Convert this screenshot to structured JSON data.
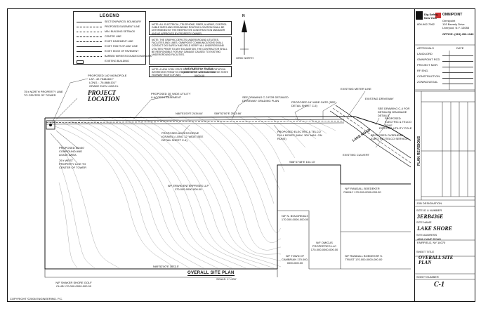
{
  "legend": {
    "title": "LEGEND",
    "items": [
      "SECTION/PARCEL BOUNDARY",
      "PROPOSED EASEMENT LINE",
      "MIN. BUILDING SETBACK",
      "CENTER LINE",
      "EXIST. EASEMENT LINE",
      "EXIST. RIGHT-OF-WAY LINE",
      "EXIST. EDGE OF PAVEMENT",
      "BARBED WIRE/STOCKADE/CHAIN LINK",
      "EXISTING BUILDING"
    ]
  },
  "notes": {
    "note1": "NOTE: ALL ELECTRICAL, TELEPHONE, FIBER, ALARMS, CONTROL CABLE SIZES AND GROUNDING ROUTING LOCATION SHALL BE DETERMINED BY THE RESPECTIVE CONSTRUCTION MANAGER AND AS APPROVED BY PROPERTY OWNER.",
    "note2": "NOTE: THE GRAPHIC DEPICTS UNDERGROUND UTILITIES, FACILITIES AND LINES. OMNIPOINT COMMUNICATIONS SHALL CONTACT DIG SAFELY AND FIELD VERIFY ALL UNDERGROUND UTILITIES PRIOR TO ANY EXCAVATION. THE CONTRACTOR SHALL BE RESPONSIBLE FOR ANY DAMAGE CAUSED TO EXISTING UNDERGROUND FACILITIES.",
    "note3": "NOTE: A NEW YORK STATE DEPARTMENT OF TRANSPORTATION INTERSTATE PERMIT IS REQUIRED FOR WORK WITHIN THE STATE HIGHWAY RIGHT-OF-WAY."
  },
  "callouts": {
    "monopole": "PROPOSED 140' MONOPOLE",
    "lat": "LAT.: 42.75484601°",
    "long": "LONG.: -76.8684101°",
    "grade": "GRADE ELEV.=632.6'±",
    "project_location": "PROJECT LOCATION",
    "easement": "PROPOSED 30' WIDE UTILITY & ACCESS EASEMENT",
    "access_drive": "PROPOSED ACCESS DRIVE (GRAVEL) LONG 12' WIDE (SEE DETAIL SHEET C-4)",
    "drawing_c3": "SEE DRAWING C-3 FOR DETAILED DRIVEWAY GRADING PLAN",
    "gate": "PROPOSED 16' WIDE GATE (SEE DETAIL SHEET C-5)",
    "existing_meter": "EXISTING METER LINE",
    "existing_drive": "EXISTING DRIVEWAY",
    "drawing_c4": "SEE DRAWING C-4 FOR DETAILED DRAINAGE DETAILS",
    "electric_pole": "PROPOSED ELECTRIC & TELCO POLE",
    "existing_pole": "EXISTING UTILITY POLE",
    "overhead": "PROPOSED OVERHEAD ELECTRIC/TELCO SERVICE",
    "elec_telco_runs": "PROPOSED ELECTRIC & TELCO PULL BOXES (MAX. 300' MAX. ON RUNS)",
    "north_line": "75'± NORTH PROPERTY LINE TO CENTER OF TOWER",
    "fenced_compound": "PROPOSED 50'x50' COMPOUND AND LEASE AREA",
    "west_line": "76'± WEST PROPERTY LINE TO CENTER OF TOWER",
    "culvert": "EXISTING CULVERT",
    "bearing_top": "N88°51'00\"E  2434.64'",
    "bearing_top2": "S89°52'00\"E  2533.66'",
    "bearing_bottom": "N89°52'00\"E  3673.5'",
    "bearing_mid": "S88°47'48\"E  154.13'",
    "road_name": "LAKE ROAD",
    "parcel_main": "N/F ERWIN ENTERPRISES LLP 170-000-0000-000.00",
    "parcel_north": "N/F SUFFOLK RURAL CEMETERY 170.000-0000-0000.00",
    "parcel_se": "N/F RANDALL BOEDEKER FAMILY 170.000-0000-000.00",
    "parcel_n_boudreau": "N/F N. BOUDREAUX 170.000-0000-000.00",
    "parcel_omicus": "N/F OMICUS PROPERTIES LLC 170-000-0000-000.00",
    "parcel_town": "N/F TOWN OF CAMBRIAN 170.000-0000-000.00",
    "parcel_randall_trust": "N/F RANDALL BOEDEKER S. TRUST 170.000-0000-000.00",
    "parcel_bottom": "N/F SHAKER SHORE GOLF CLUB 170.000-0000-000.00",
    "north_arrow": "N",
    "grid_north": "GRID NORTH",
    "scale_note": "SCALE: 1\"=200'"
  },
  "drawing_title": "OVERALL SITE PLAN",
  "copyright": "COPYRIGHT ©2006 ENGINEERING, P.C.",
  "titleblock": {
    "dig_safely": "Dig Safely. New York",
    "dig_phone": "800-962-7962",
    "omnipoint": "OMNIPOINT",
    "omnipoint_sub": "Omnipoint",
    "omnipoint_addr1": "103 Beverly Drive",
    "omnipoint_addr2": "Liverpool, N.Y. 13088",
    "office": "OFFICE: (315) 453-1340",
    "approvals_label": "APPROVALS",
    "date_label": "DATE",
    "approval_rows": [
      "LANDLORD",
      "OMNIPOINT RCD",
      "PROJECT MGR.",
      "RF ENG.",
      "CONSTRUCTION",
      "ZONING/LEGAL"
    ],
    "plan_revisions": "PLAN REVISIONS",
    "job_designation": "JOB DESIGNATION",
    "site_id_number": "SITE ID & NUMBER",
    "site_id": "3ERB436E",
    "site_name_label": "SITE NAME",
    "site_name": "LAKE SHORE",
    "site_address_label": "SITE ADDRESS",
    "site_address1": "4856 CAMP ROAD",
    "site_address2": "FAIRFIELD, NY 14070",
    "sheet_title_label": "SHEET TITLE",
    "sheet_title": "OVERALL SITE PLAN",
    "sheet_number_label": "SHEET NUMBER",
    "sheet_number": "C-1"
  }
}
